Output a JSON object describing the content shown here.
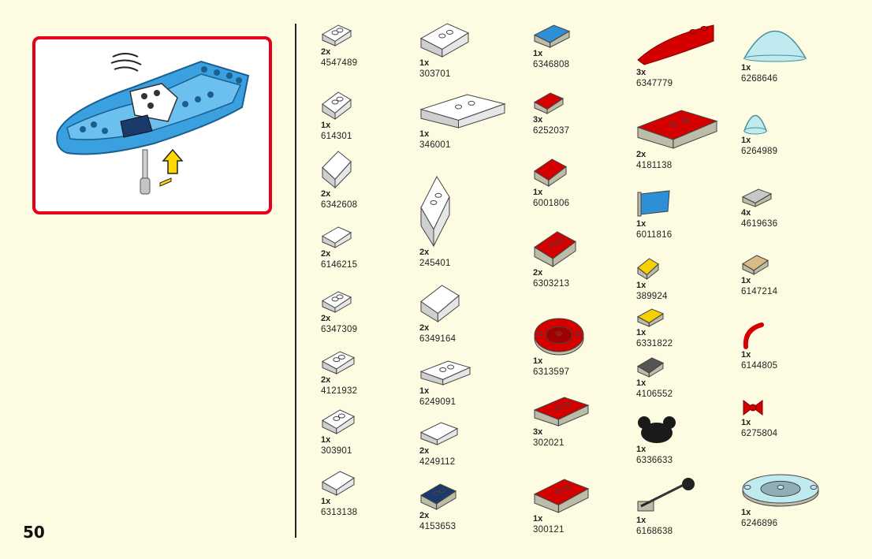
{
  "page": {
    "number": "50"
  },
  "callout": {
    "title": "",
    "icons": [
      "boat-hull-icon",
      "propeller-shaft-icon",
      "push-up-arrow-icon",
      "motion-lines-icon"
    ]
  },
  "colors": {
    "callout_border": "#e3001b",
    "background": "#fdfbe1",
    "red": "#d40000",
    "blue": "#2d8fd6",
    "dark_blue": "#1b3a6b",
    "trans_light_blue": "#bfeaf0",
    "white": "#ffffff",
    "light_gray": "#c8c8c8",
    "dark_gray": "#555555",
    "yellow": "#f5d100",
    "tan": "#d8bb85"
  },
  "parts": [
    {
      "qty": "2x",
      "id": "4547489",
      "color": "white",
      "shape": "slope-1x2"
    },
    {
      "qty": "1x",
      "id": "614301",
      "color": "white",
      "shape": "round-brick-2x2"
    },
    {
      "qty": "2x",
      "id": "6342608",
      "color": "white",
      "shape": "minifig-legs"
    },
    {
      "qty": "2x",
      "id": "6146215",
      "color": "white",
      "shape": "bracket-1x2"
    },
    {
      "qty": "2x",
      "id": "6347309",
      "color": "white",
      "shape": "plate-clip"
    },
    {
      "qty": "2x",
      "id": "4121932",
      "color": "white",
      "shape": "slope-1x2-low"
    },
    {
      "qty": "1x",
      "id": "303901",
      "color": "white",
      "shape": "slope-2x2"
    },
    {
      "qty": "1x",
      "id": "6313138",
      "color": "white",
      "shape": "tile-stud"
    },
    {
      "qty": "1x",
      "id": "303701",
      "color": "white",
      "shape": "slope-2x4"
    },
    {
      "qty": "1x",
      "id": "346001",
      "color": "white",
      "shape": "plate-1x10"
    },
    {
      "qty": "2x",
      "id": "245401",
      "color": "white",
      "shape": "brick-1x2x5"
    },
    {
      "qty": "2x",
      "id": "6349164",
      "color": "white",
      "shape": "minifig-torso"
    },
    {
      "qty": "1x",
      "id": "6249091",
      "color": "white",
      "shape": "plate-1x6"
    },
    {
      "qty": "2x",
      "id": "4249112",
      "color": "white",
      "shape": "curved-slope"
    },
    {
      "qty": "2x",
      "id": "4153653",
      "color": "dark_blue",
      "shape": "slope-2x2"
    },
    {
      "qty": "1x",
      "id": "6346808",
      "color": "blue",
      "shape": "printed-tile"
    },
    {
      "qty": "3x",
      "id": "6252037",
      "color": "red",
      "shape": "curved-brick"
    },
    {
      "qty": "1x",
      "id": "6001806",
      "color": "red",
      "shape": "bracket-2x2"
    },
    {
      "qty": "2x",
      "id": "6303213",
      "color": "red",
      "shape": "slope-3x3"
    },
    {
      "qty": "1x",
      "id": "6313597",
      "color": "red",
      "shape": "round-ring-4x4"
    },
    {
      "qty": "3x",
      "id": "302021",
      "color": "red",
      "shape": "plate-2x4"
    },
    {
      "qty": "1x",
      "id": "300121",
      "color": "red",
      "shape": "brick-2x4"
    },
    {
      "qty": "3x",
      "id": "6347779",
      "color": "red",
      "shape": "curved-wedge"
    },
    {
      "qty": "2x",
      "id": "4181138",
      "color": "red",
      "shape": "plate-2x6"
    },
    {
      "qty": "1x",
      "id": "6011816",
      "color": "blue",
      "shape": "flag"
    },
    {
      "qty": "1x",
      "id": "389924",
      "color": "yellow",
      "shape": "minifig-hair"
    },
    {
      "qty": "1x",
      "id": "6331822",
      "color": "yellow",
      "shape": "pin-connector"
    },
    {
      "qty": "1x",
      "id": "4106552",
      "color": "dark_gray",
      "shape": "camera"
    },
    {
      "qty": "1x",
      "id": "6336633",
      "color": "black",
      "shape": "mickey-ears"
    },
    {
      "qty": "1x",
      "id": "6168638",
      "color": "dark_gray",
      "shape": "fishing-rod"
    },
    {
      "qty": "1x",
      "id": "6268646",
      "color": "trans_light_blue",
      "shape": "dome-canopy"
    },
    {
      "qty": "1x",
      "id": "6264989",
      "color": "trans_light_blue",
      "shape": "dome-small"
    },
    {
      "qty": "4x",
      "id": "4619636",
      "color": "light_gray",
      "shape": "grille-tile"
    },
    {
      "qty": "1x",
      "id": "6147214",
      "color": "tan",
      "shape": "minifig-accessory"
    },
    {
      "qty": "1x",
      "id": "6144805",
      "color": "red",
      "shape": "curved-hose"
    },
    {
      "qty": "1x",
      "id": "6275804",
      "color": "red",
      "shape": "bow"
    },
    {
      "qty": "1x",
      "id": "6246896",
      "color": "trans_light_blue",
      "shape": "radar-dish"
    }
  ]
}
